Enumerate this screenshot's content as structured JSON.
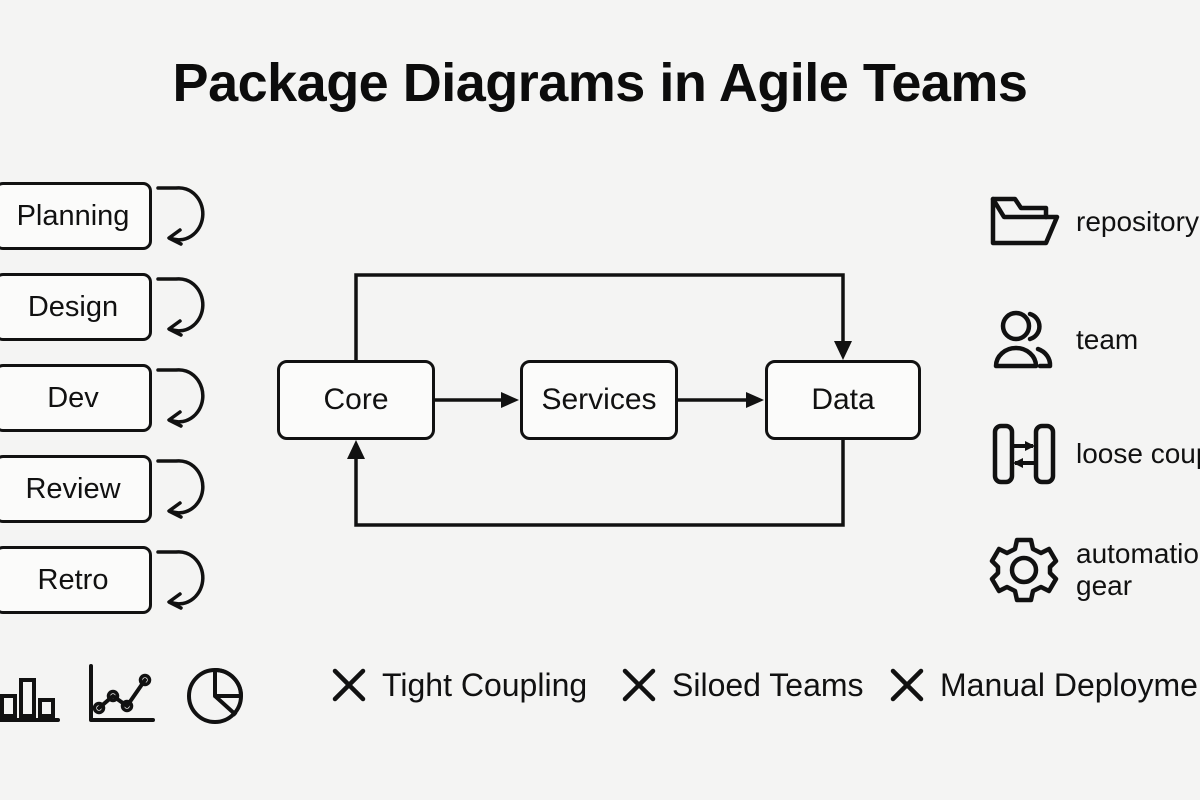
{
  "page": {
    "title": "Package Diagrams in Agile Teams",
    "background_color": "#f4f4f3",
    "stroke_color": "#111111"
  },
  "lifecycle": {
    "items": [
      {
        "label": "Planning",
        "loop_icon": "self-loop-arrow-icon"
      },
      {
        "label": "Design",
        "loop_icon": "self-loop-arrow-icon"
      },
      {
        "label": "Dev",
        "loop_icon": "self-loop-arrow-icon"
      },
      {
        "label": "Review",
        "loop_icon": "self-loop-arrow-icon"
      },
      {
        "label": "Retro",
        "loop_icon": "self-loop-arrow-icon"
      }
    ]
  },
  "package_diagram": {
    "nodes": [
      {
        "id": "core",
        "label": "Core"
      },
      {
        "id": "services",
        "label": "Services"
      },
      {
        "id": "data",
        "label": "Data"
      }
    ],
    "edges": [
      {
        "from": "core",
        "to": "services",
        "style": "straight-arrow"
      },
      {
        "from": "services",
        "to": "data",
        "style": "straight-arrow"
      },
      {
        "from": "core",
        "to": "data",
        "style": "orthogonal-top-wrap"
      },
      {
        "from": "data",
        "to": "core",
        "style": "orthogonal-bottom-wrap"
      }
    ]
  },
  "legend": {
    "items": [
      {
        "icon": "folder-icon",
        "label": "repository"
      },
      {
        "icon": "team-people-icon",
        "label": "team"
      },
      {
        "icon": "loose-coupling-icon",
        "label": "loose coupling"
      },
      {
        "icon": "gear-icon",
        "label": "automation gear"
      }
    ]
  },
  "bottom": {
    "chart_icons": [
      {
        "icon": "bar-chart-icon"
      },
      {
        "icon": "line-chart-icon"
      },
      {
        "icon": "pie-chart-icon"
      }
    ],
    "antipatterns": [
      {
        "icon": "x-mark-icon",
        "label": "Tight Coupling"
      },
      {
        "icon": "x-mark-icon",
        "label": "Siloed Teams"
      },
      {
        "icon": "x-mark-icon",
        "label": "Manual Deployment"
      }
    ]
  }
}
